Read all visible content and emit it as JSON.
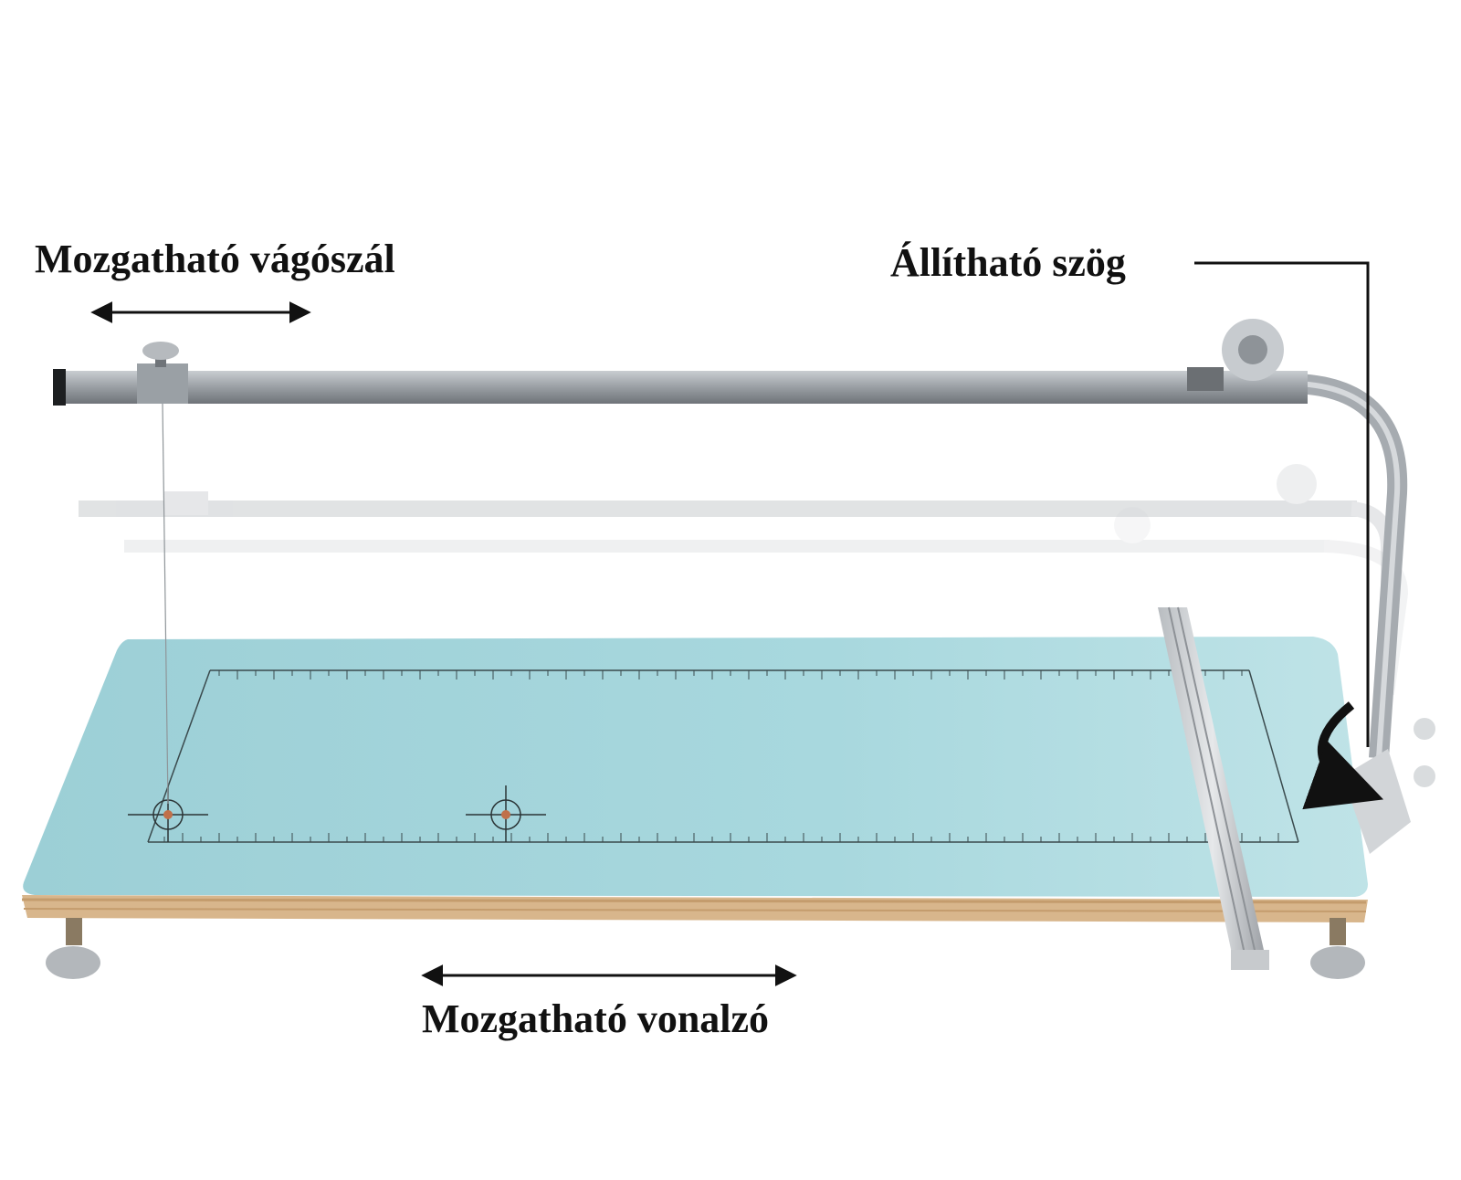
{
  "labels": {
    "movable_wire": "Mozgatható vágószál",
    "adjustable_angle": "Állítható szög",
    "movable_ruler": "Mozgatható vonalzó"
  },
  "colors": {
    "board_top": "#a9d6dc",
    "board_edge": "#d8b68c",
    "frame_metal": "#a8adb2",
    "text": "#111111"
  }
}
